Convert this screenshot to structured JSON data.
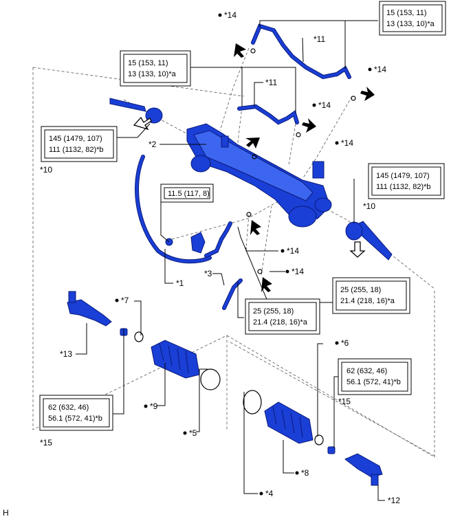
{
  "labels": {
    "p1": "*1",
    "p2": "*2",
    "p3": "*3",
    "p4": "*4",
    "p5": "*5",
    "p6": "*6",
    "p7": "*7",
    "p8": "*8",
    "p9": "*9",
    "p10a": "*10",
    "p10b": "*10",
    "p11a": "*11",
    "p11b": "*11",
    "p12": "*12",
    "p13": "*13",
    "p14": "*14",
    "p15a": "*15",
    "p15b": "*15",
    "corner": "H"
  },
  "torque": {
    "top_right": [
      "15 (153, 11)",
      "13 (133, 10)*a"
    ],
    "top_left": [
      "15 (153, 11)",
      "13 (133, 10)*a"
    ],
    "tie_rod_left": [
      "145 (1479, 107)",
      "111 (1132, 82)*b"
    ],
    "tie_rod_right": [
      "145 (1479, 107)",
      "111 (1132, 82)*b"
    ],
    "bracket_bolt": [
      "11.5 (117, 8)"
    ],
    "union_right": [
      "25 (255, 18)",
      "21.4 (218, 16)*a"
    ],
    "union_left": [
      "25 (255, 18)",
      "21.4 (218, 16)*a"
    ],
    "lock_nut_left": [
      "62 (632, 46)",
      "56.1 (572, 41)*b"
    ],
    "lock_nut_right": [
      "62 (632, 46)",
      "56.1 (572, 41)*b"
    ]
  },
  "colors": {
    "part": "#1a3fd6",
    "line": "#000000"
  }
}
